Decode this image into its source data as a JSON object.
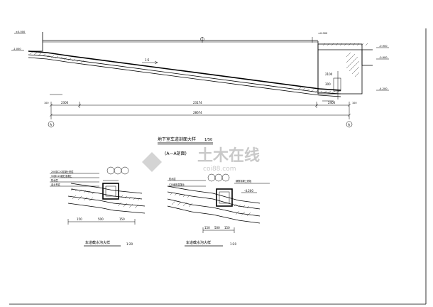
{
  "main_section": {
    "title": "地下室车道剖面大样",
    "scale": "1/50",
    "label_aa": "(A—A剖面)",
    "slope_text": "1:5",
    "dims": {
      "left": "2300",
      "middle": "23174",
      "right": "2400",
      "total": "28674",
      "edge_left": "100",
      "edge_right": "100",
      "height_a": "2100",
      "height_b": "300"
    },
    "axis_marks": [
      "A",
      "A"
    ],
    "elevations": {
      "left_top": "±0.000",
      "left_mid": "-1.000",
      "right_top": "±0.000",
      "right_mid": "-0.900",
      "right_bot": "-4.200"
    }
  },
  "detail_left": {
    "title": "车道截水沟大样",
    "scale": "1:20",
    "notes": [
      "200厚C20混凝土垫层",
      "50厚C20细石混凝土",
      "防水层",
      "素土夯实"
    ],
    "dims": [
      "150",
      "500",
      "150"
    ]
  },
  "detail_right": {
    "title": "车道截水沟大样",
    "scale": "1:20",
    "elev": "-4.200",
    "notes": [
      "防水层",
      "C20细石混凝土",
      "钢筋混凝土底板"
    ],
    "dims": [
      "150",
      "500",
      "150"
    ]
  },
  "watermark": {
    "brand": "土木在线",
    "url": "coi88.com"
  }
}
